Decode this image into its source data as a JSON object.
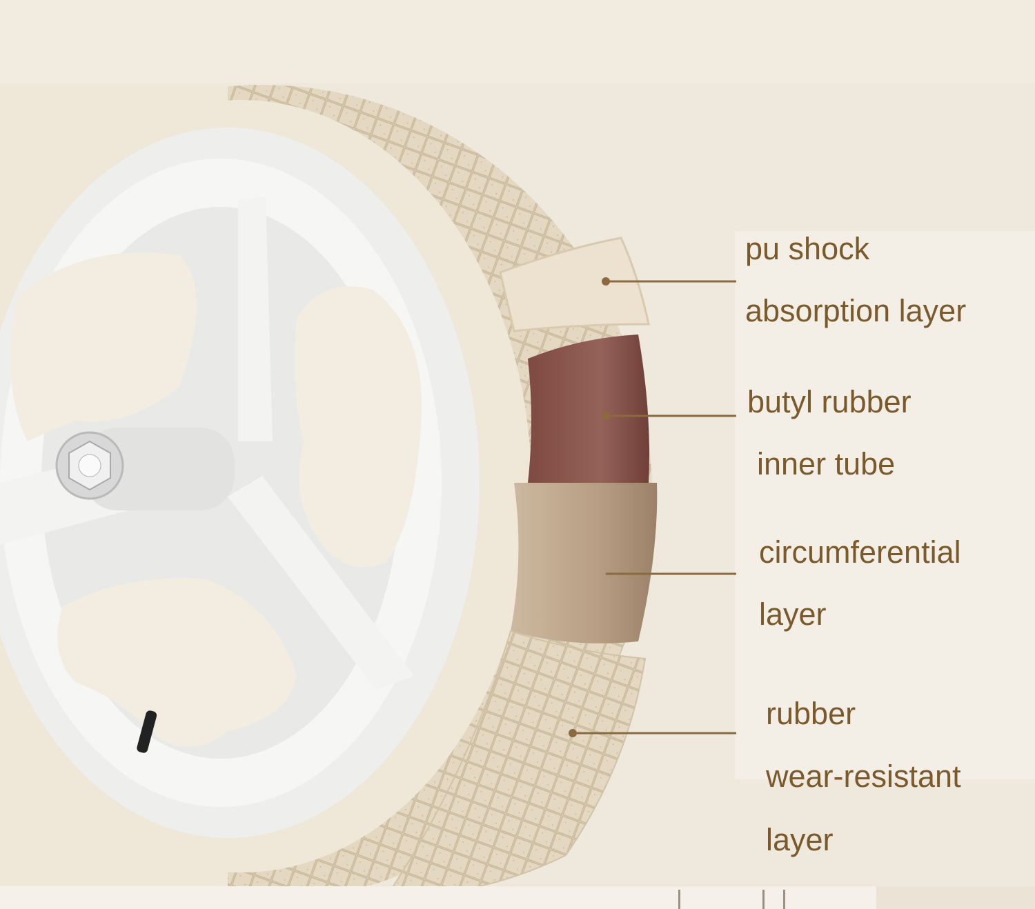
{
  "colors": {
    "background": "#efe8dc",
    "label_text": "#7a5a2c",
    "leader_line": "#8a6a3e",
    "tire": "#e6dcc8",
    "inner_tube": "#8f5b52",
    "circumferential": "#bfa98f",
    "rim": "#f4f4f4"
  },
  "labels": [
    {
      "id": "pu-shock-absorption-layer",
      "lines": [
        "pu shock",
        "absorption layer"
      ]
    },
    {
      "id": "butyl-rubber-inner-tube",
      "lines": [
        "butyl rubber",
        "inner tube"
      ]
    },
    {
      "id": "circumferential-layer",
      "lines": [
        "circumferential",
        "layer"
      ]
    },
    {
      "id": "rubber-wear-resistant-layer",
      "lines": [
        "rubber",
        "wear-resistant",
        "layer"
      ]
    }
  ]
}
